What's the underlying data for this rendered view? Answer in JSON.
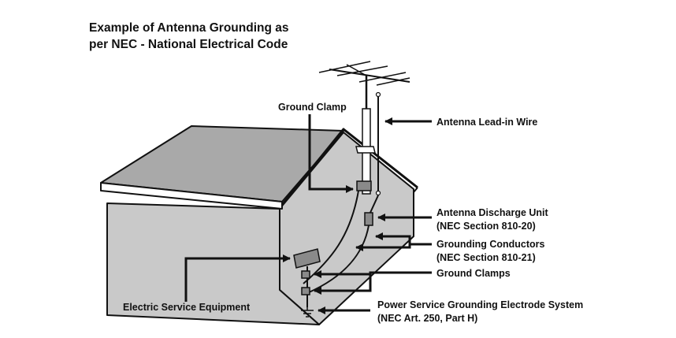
{
  "title": {
    "line1": "Example of Antenna Grounding as",
    "line2": "per NEC - National Electrical Code"
  },
  "labels": {
    "ground_clamp_top": "Ground Clamp",
    "antenna_lead_in_wire": "Antenna Lead-in Wire",
    "antenna_discharge_unit": "Antenna Discharge Unit",
    "antenna_discharge_unit_ref": "(NEC Section 810-20)",
    "grounding_conductors": "Grounding Conductors",
    "grounding_conductors_ref": "(NEC Section 810-21)",
    "ground_clamps": "Ground Clamps",
    "electric_service_equipment": "Electric Service Equipment",
    "power_service_grounding": "Power Service Grounding Electrode System",
    "power_service_grounding_ref": "(NEC Art. 250, Part H)"
  },
  "colors": {
    "wall": "#c9c9c9",
    "roof": "#a9a9a9",
    "outline": "#111111"
  }
}
